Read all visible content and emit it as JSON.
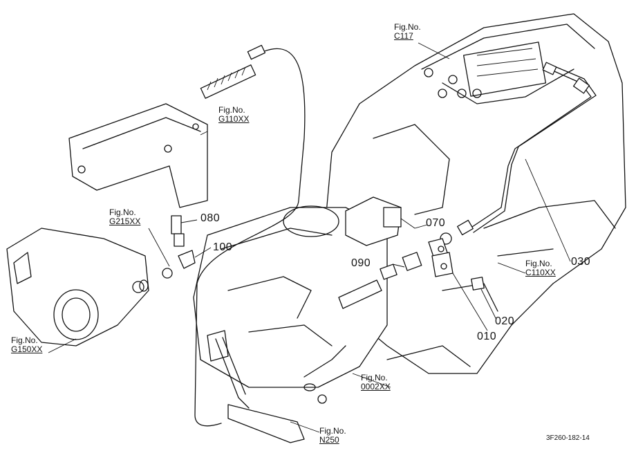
{
  "labels": {
    "fig_c117": {
      "title": "Fig.No.",
      "ref": "C117"
    },
    "fig_g110": {
      "title": "Fig.No.",
      "ref": "G110XX"
    },
    "fig_g215": {
      "title": "Fig.No.",
      "ref": "G215XX"
    },
    "fig_g150": {
      "title": "Fig.No.",
      "ref": "G150XX"
    },
    "fig_c110": {
      "title": "Fig.No.",
      "ref": "C110XX"
    },
    "fig_0002": {
      "title": "Fig.No.",
      "ref": "0002XX"
    },
    "fig_n250": {
      "title": "Fig.No.",
      "ref": "N250"
    }
  },
  "parts": [
    "080",
    "100",
    "070",
    "090",
    "030",
    "020",
    "010"
  ],
  "drawing_code": "3F260-182-14"
}
